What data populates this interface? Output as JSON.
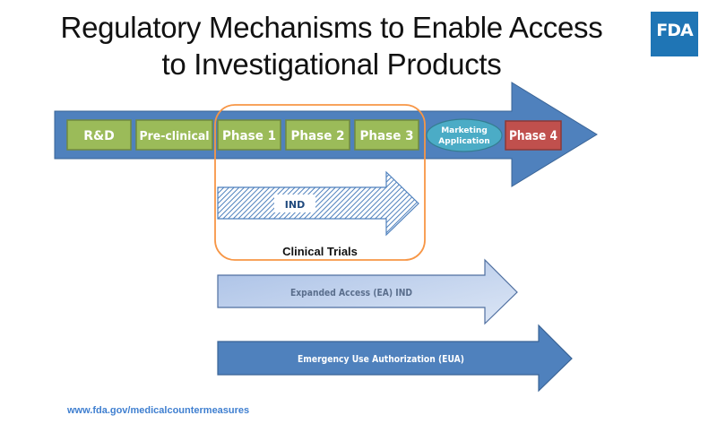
{
  "title": {
    "line1": "Regulatory Mechanisms to Enable Access",
    "line2": "to Investigational Products"
  },
  "logo": {
    "text": "FDA",
    "icon": "fda-logo",
    "color": "#1f75b5"
  },
  "pipeline": {
    "stages": [
      {
        "label": "R&D",
        "type": "box",
        "color": "#9bbb59"
      },
      {
        "label": "Pre-clinical",
        "type": "box",
        "color": "#9bbb59"
      },
      {
        "label": "Phase 1",
        "type": "box",
        "color": "#9bbb59"
      },
      {
        "label": "Phase 2",
        "type": "box",
        "color": "#9bbb59"
      },
      {
        "label": "Phase 3",
        "type": "box",
        "color": "#9bbb59"
      },
      {
        "label_line1": "Marketing",
        "label_line2": "Application",
        "type": "ellipse",
        "color": "#4bacc6"
      },
      {
        "label": "Phase 4",
        "type": "box",
        "color": "#c0504d"
      }
    ],
    "arrow_color": "#4f81bd"
  },
  "clinical_trials": {
    "label": "Clinical Trials",
    "border_color": "#f79646",
    "ind_label": "IND"
  },
  "mechanisms": [
    {
      "label": "Expanded Access (EA) IND",
      "fill": "#c5d5ef",
      "text_color": "#5a6e8c"
    },
    {
      "label": "Emergency Use Authorization (EUA)",
      "fill": "#4f81bd",
      "text_color": "#ffffff"
    }
  ],
  "footer": {
    "url": "www.fda.gov/medicalcountermeasures"
  }
}
